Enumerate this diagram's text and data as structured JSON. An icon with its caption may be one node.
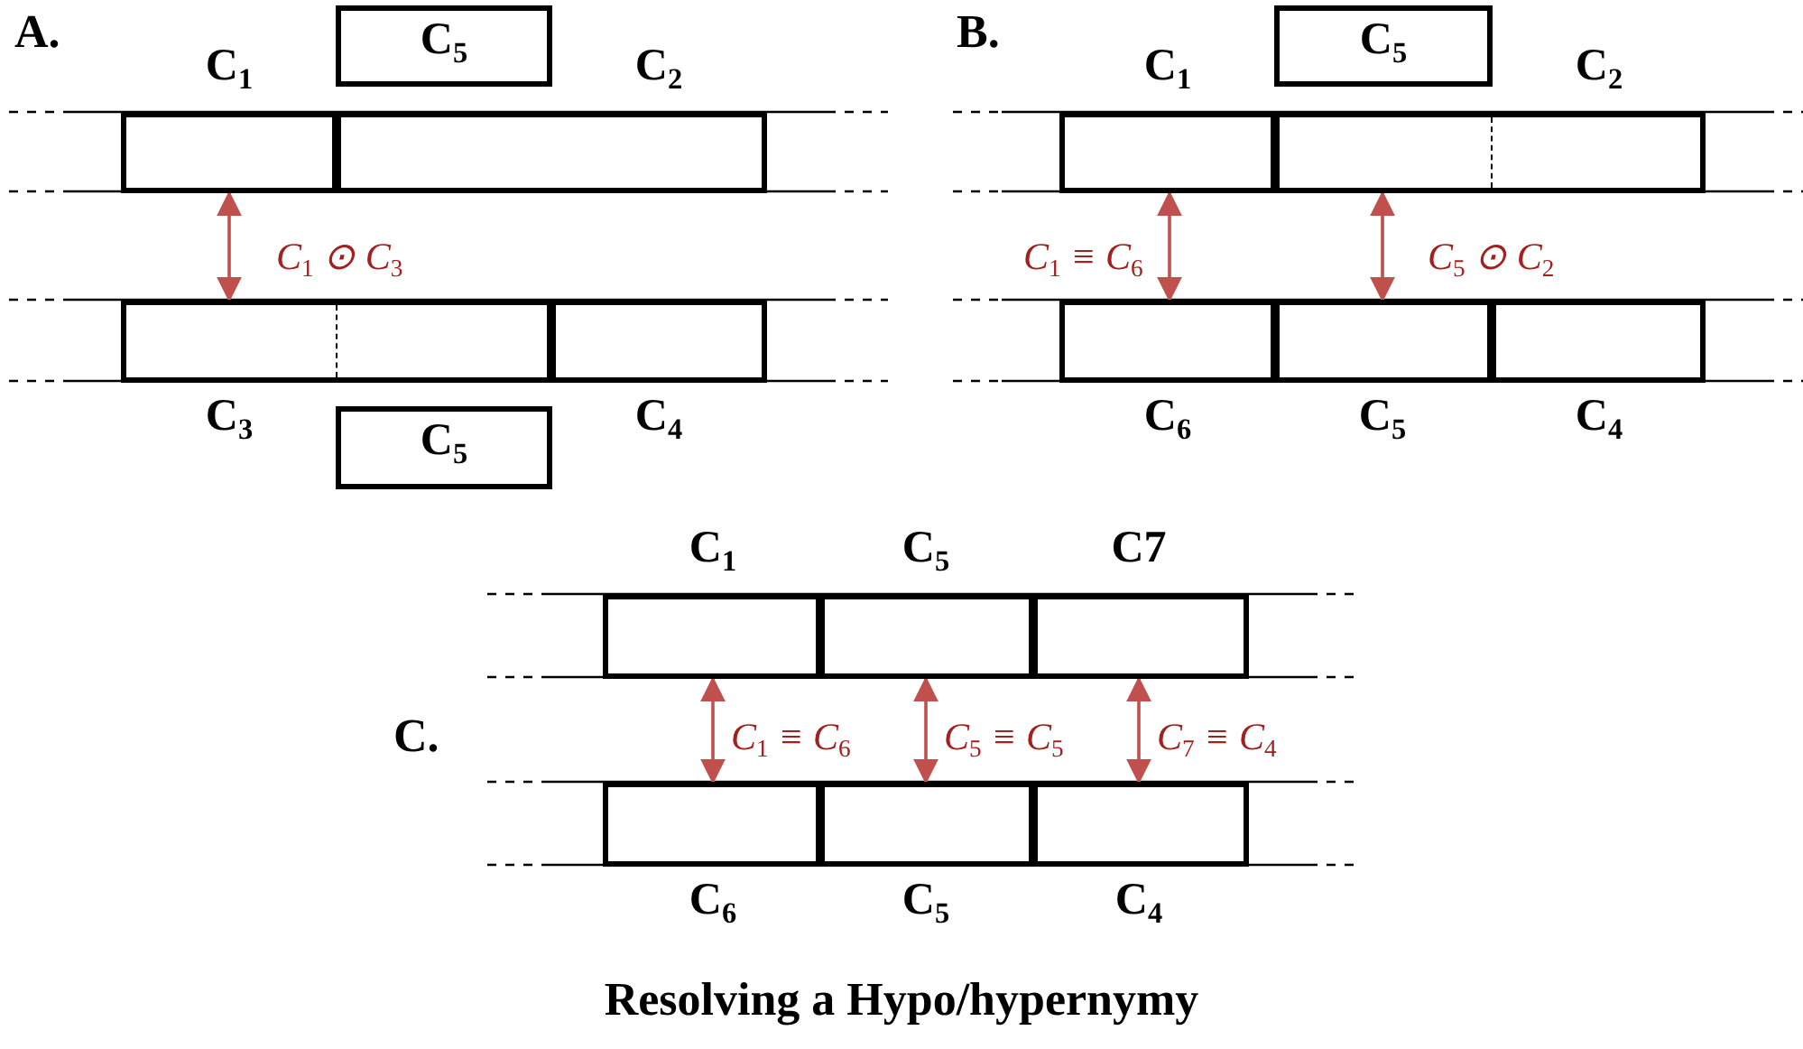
{
  "diagram": {
    "caption": "Resolving a Hypo/hypernymy",
    "nodes": [
      {
        "text": [
          "C$_{5}$"
        ]
      },
      {
        "text": [
          "C$_{1}$"
        ]
      },
      {
        "text": [
          "C$_{2}$"
        ]
      },
      {
        "text": [
          "C$_{3}$"
        ]
      },
      {
        "text": [
          "C$_{4}$"
        ]
      },
      {
        "text": [
          "C$_{5}$"
        ]
      },
      {
        "text": [
          "C$_{5}$"
        ]
      },
      {
        "text": [
          "C$_{1}$"
        ]
      },
      {
        "text": [
          "C$_{2}$"
        ]
      },
      {
        "text": [
          "C$_{6}$"
        ]
      },
      {
        "text": [
          "C$_{5}$"
        ]
      },
      {
        "text": [
          "C$_{4}$"
        ]
      },
      {
        "text": [
          "C$_{1}$"
        ]
      },
      {
        "text": [
          "C$_{5}$"
        ]
      },
      {
        "text": [
          "C7"
        ]
      },
      {
        "text": [
          "C$_{6}$"
        ]
      },
      {
        "text": [
          "C$_{5}$"
        ]
      },
      {
        "text": [
          "C$_{4}$"
        ]
      }
    ],
    "edges": [
      {
        "from": 1,
        "to": 3,
        "arrow": "both",
        "label": "C$_{1}$ ⊙ C$_{3}$"
      },
      {
        "from": 7,
        "to": 9,
        "arrow": "both",
        "label": "C$_{1}$ ≡ C$_{6}$"
      },
      {
        "from": 8,
        "to": 10,
        "arrow": "both",
        "label": "C$_{5}$ ⊙ C$_{2}$"
      },
      {
        "from": 12,
        "to": 15,
        "arrow": "both",
        "label": "C$_{1}$ ≡ C$_{6}$"
      },
      {
        "from": 13,
        "to": 16,
        "arrow": "both",
        "label": "C$_{5}$ ≡ C$_{5}$"
      },
      {
        "from": 14,
        "to": 17,
        "arrow": "both",
        "label": "C$_{7}$ ≡ C$_{4}$"
      }
    ],
    "labels": [
      "A.",
      "B.",
      "C."
    ]
  }
}
